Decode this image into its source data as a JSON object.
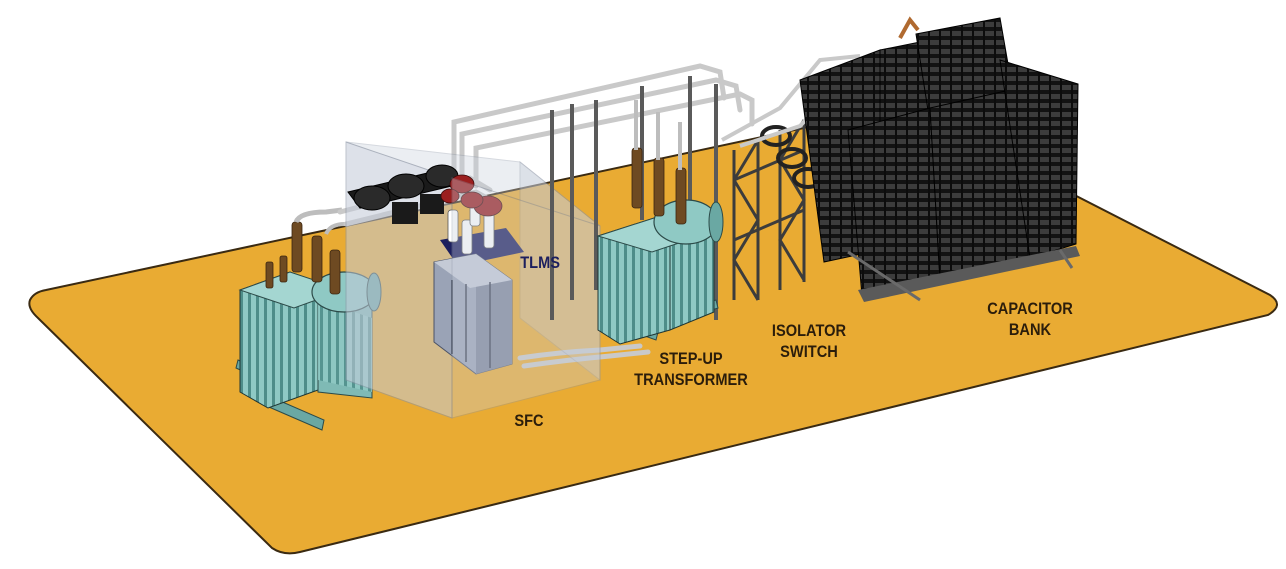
{
  "labels": {
    "tlms": "TLMS",
    "sfc": "SFC",
    "step_up_line1": "STEP-UP",
    "step_up_line2": "TRANSFORMER",
    "isolator_line1": "ISOLATOR",
    "isolator_line2": "SWITCH",
    "capacitor_line1": "CAPACITOR",
    "capacitor_line2": "BANK"
  },
  "colors": {
    "ground": "#e9ab33",
    "ground_edge": "#3a2a12",
    "transformer_body": "#8fc9c4",
    "transformer_dark": "#4e8d89",
    "steel_frame": "#4a4a4a",
    "capacitor": "#1f1f1f",
    "busbar": "#c9c9c9",
    "insulator": "#6e4a22",
    "ct_red": "#9b1f1f",
    "enclosure_glass": "#b9c1cf",
    "label_dark": "#2b1d0b",
    "label_navy": "#1c1f5e"
  },
  "icons": [
    "transformer-icon",
    "enclosure-icon",
    "capacitor-icon",
    "isolator-icon"
  ]
}
